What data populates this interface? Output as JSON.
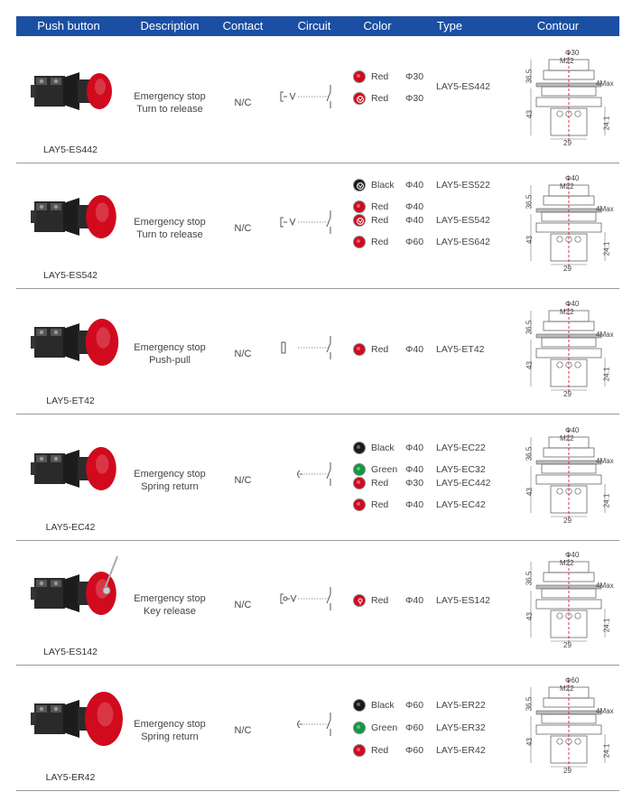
{
  "header": {
    "push_button": "Push button",
    "description": "Description",
    "contact": "Contact",
    "circuit": "Circuit",
    "color": "Color",
    "type": "Type",
    "contour": "Contour"
  },
  "colors": {
    "header_bg": "#1b4fa3",
    "red": "#d10a1e",
    "black": "#1a1a1a",
    "green": "#0f9a3f"
  },
  "rows": [
    {
      "model": "LAY5-ES442",
      "desc1": "Emergency stop",
      "desc2": "Turn to release",
      "contact": "N/C",
      "circuit_type": "turn",
      "options": [
        {
          "color": "Red",
          "icon": "red-dot",
          "size": "Φ30",
          "type": ""
        },
        {
          "color": "Red",
          "icon": "red-arrow-dot",
          "size": "Φ30",
          "type": ""
        }
      ],
      "group_type": "LAY5-ES442",
      "contour": {
        "top": "Φ30",
        "mid": "M22",
        "h1": "36.5",
        "h2": "43",
        "h3": "24.1",
        "max": "4Max",
        "w": "29"
      }
    },
    {
      "model": "LAY5-ES542",
      "desc1": "Emergency stop",
      "desc2": "Turn to release",
      "contact": "N/C",
      "circuit_type": "turn",
      "options": [
        {
          "color": "Black",
          "icon": "black-arrow-dot",
          "size": "Φ40",
          "type": "LAY5-ES522"
        },
        {
          "color": "Red",
          "icon": "red-dot",
          "size": "Φ40",
          "type": ""
        },
        {
          "color": "Red",
          "icon": "red-arrow-dot",
          "size": "Φ40",
          "type": "LAY5-ES542"
        },
        {
          "color": "Red",
          "icon": "red-dot",
          "size": "Φ60",
          "type": "LAY5-ES642"
        }
      ],
      "contour": {
        "top": "Φ40",
        "mid": "M22",
        "h1": "36.5",
        "h2": "43",
        "h3": "24.1",
        "max": "4Max",
        "w": "29"
      }
    },
    {
      "model": "LAY5-ET42",
      "desc1": "Emergency stop",
      "desc2": "Push-pull",
      "contact": "N/C",
      "circuit_type": "pull",
      "options": [
        {
          "color": "Red",
          "icon": "red-dot",
          "size": "Φ40",
          "type": "LAY5-ET42"
        }
      ],
      "contour": {
        "top": "Φ40",
        "mid": "M22",
        "h1": "36.5",
        "h2": "43",
        "h3": "24.1",
        "max": "4Max",
        "w": "29"
      }
    },
    {
      "model": "LAY5-EC42",
      "desc1": "Emergency stop",
      "desc2": "Spring return",
      "contact": "N/C",
      "circuit_type": "spring",
      "options": [
        {
          "color": "Black",
          "icon": "black-dot",
          "size": "Φ40",
          "type": "LAY5-EC22"
        },
        {
          "color": "Green",
          "icon": "green-dot",
          "size": "Φ40",
          "type": "LAY5-EC32"
        },
        {
          "color": "Red",
          "icon": "red-dot",
          "size": "Φ30",
          "type": "LAY5-EC442"
        },
        {
          "color": "Red",
          "icon": "red-dot",
          "size": "Φ40",
          "type": "LAY5-EC42"
        }
      ],
      "contour": {
        "top": "Φ40",
        "mid": "M22",
        "h1": "36.5",
        "h2": "43",
        "h3": "24.1",
        "max": "4Max",
        "w": "29"
      }
    },
    {
      "model": "LAY5-ES142",
      "desc1": "Emergency stop",
      "desc2": "Key release",
      "contact": "N/C",
      "circuit_type": "key",
      "options": [
        {
          "color": "Red",
          "icon": "red-key-dot",
          "size": "Φ40",
          "type": "LAY5-ES142"
        }
      ],
      "contour": {
        "top": "Φ40",
        "mid": "M22",
        "h1": "36.5",
        "h2": "43",
        "h3": "24.1",
        "max": "4Max",
        "w": "29"
      }
    },
    {
      "model": "LAY5-ER42",
      "desc1": "Emergency stop",
      "desc2": "Spring return",
      "contact": "N/C",
      "circuit_type": "spring",
      "options": [
        {
          "color": "Black",
          "icon": "black-dot",
          "size": "Φ60",
          "type": "LAY5-ER22"
        },
        {
          "color": "Green",
          "icon": "green-dot",
          "size": "Φ60",
          "type": "LAY5-ER32"
        },
        {
          "color": "Red",
          "icon": "red-dot",
          "size": "Φ60",
          "type": "LAY5-ER42"
        }
      ],
      "contour": {
        "top": "Φ60",
        "mid": "M22",
        "h1": "36.5",
        "h2": "43",
        "h3": "24.1",
        "max": "4Max",
        "w": "29"
      }
    }
  ]
}
